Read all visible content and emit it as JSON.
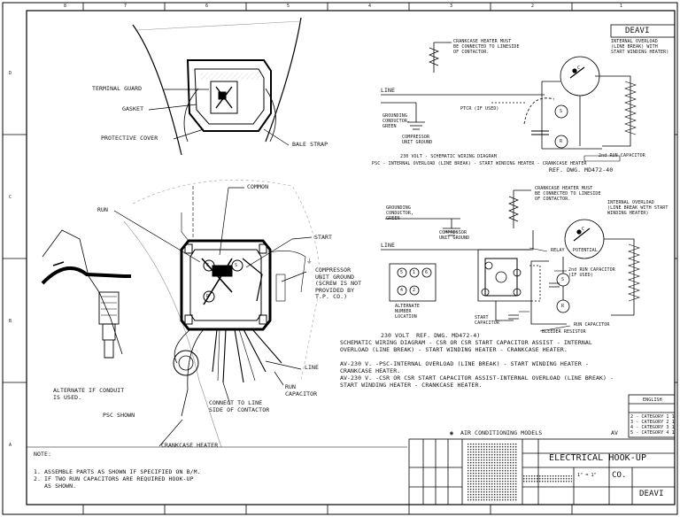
{
  "title_block": {
    "drawing_id_top": "DEAVI",
    "drawing_id_bottom": "DEAVI",
    "sheet_title": "ELECTRICAL HOOK-UP",
    "category": "AIR CONDITIONING MODELS",
    "category_code": "AV",
    "company_abbrev": "CO.",
    "scale": "1\" = 1\""
  },
  "legend": {
    "title": "ENGLISH",
    "rows": [
      "2 - CATEGORY 1 1",
      "3 - CATEGORY 2 1",
      "4 - CATEGORY 3 1",
      "5 - CATEGORY 4 1"
    ]
  },
  "border": {
    "columns": [
      "8",
      "7",
      "6",
      "5",
      "4",
      "3",
      "2",
      "1"
    ],
    "rows": [
      "D",
      "C",
      "B",
      "A"
    ]
  },
  "terminal_view": {
    "labels": {
      "terminal_guard": "TERMINAL GUARD",
      "gasket": "GASKET",
      "protective_cover": "PROTECTIVE COVER",
      "bale_strap": "BALE STRAP"
    }
  },
  "main_view": {
    "labels": {
      "common": "COMMON",
      "run": "RUN",
      "start": "START",
      "ground_symbol": "⏚",
      "compressor_ground_note": "COMPRESSOR\nUNIT GROUND\n(SCREW IS NOT\nPROVIDED BY\nT.P. CO.)",
      "line": "LINE",
      "run_capacitor": "RUN\nCAPACITOR",
      "connect_to_line": "CONNECT TO LINE\nSIDE OF CONTACTOR",
      "crankcase_heater": "CRANKCASE HEATER",
      "alternate_conduit": "ALTERNATE IF CONDUIT\nIS USED.",
      "psc_shown": "PSC SHOWN",
      "terminal_c": "C",
      "terminal_s": "S",
      "terminal_r": "R"
    }
  },
  "psc_schematic": {
    "labels": {
      "crankcase_note": "CRANKCASE HEATER MUST\nBE CONNECTED TO LINESIDE\nOF CONTACTOR.",
      "overload_note": "INTERNAL OVERLOAD\n(LINE BREAK) WITH\nSTART WINDING HEATER)",
      "line": "LINE",
      "ptcr": "PTCR (IF USED)",
      "grounding": "GROUNDING\nCONDUCTOR,\nGREEN",
      "unit_ground": "COMPRESSOR\nUNIT GROUND",
      "second_run_cap": "2nd RUN CAPACITOR",
      "terminal_c": "C",
      "terminal_s": "S",
      "terminal_r": "R"
    },
    "caption1": "230 VOLT - SCHEMATIC WIRING DIAGRAM",
    "caption2": "PSC - INTERNAL OVERLOAD (LINE BREAK) - START WINDING HEATER - CRANKCASE HEATER",
    "ref": "REF. DWG. MD472-40"
  },
  "csr_schematic": {
    "labels": {
      "crankcase_note": "CRANKCASE HEATER MUST\nBE CONNECTED TO LINESIDE\nOF CONTACTOR.",
      "overload_note": "INTERNAL OVERLOAD\n(LINE BREAK WITH START\nWINDING HEATER)",
      "grounding": "GROUNDING\nCONDUCTOR,\nGREEN",
      "unit_ground": "COMPRESSOR\nUNIT GROUND",
      "line": "LINE",
      "relay": "RELAY - POTENTIAL",
      "second_run_cap": "2nd RUN CAPACITOR\n(IF USED)",
      "alternate_number": "ALTERNATE\nNUMBER\nLOCATION",
      "start_cap": "START\nCAPACITOR",
      "run_cap": "RUN CAPACITOR",
      "bleeder": "BLEEDER RESISTOR",
      "terminal_c": "C",
      "terminal_s": "S",
      "terminal_r": "R",
      "relay_5": "5",
      "relay_1": "1",
      "relay_6": "6",
      "relay_4": "4",
      "relay_2": "2"
    },
    "caption_line1": "230 VOLT  REF. DWG. MD472-4)",
    "caption_line2": "SCHEMATIC WIRING DIAGRAM - CSR OR CSR START CAPACITOR ASSIST - INTERNAL",
    "caption_line3": "OVERLOAD (LINE BREAK) - START WINDING HEATER - CRANKCASE HEATER.",
    "model_line1": "AV-230 V. -PSC-INTERNAL OVERLOAD (LINE BREAK) - START WINDING HEATER -",
    "model_line2": "CRANKCASE HEATER.",
    "model_line3": "AV-230 V. -CSR OR CSR START CAPACITOR ASSIST-INTERNAL OVERLOAD (LINE BREAK) -",
    "model_line4": "START WINDING HEATER - CRANKCASE HEATER."
  },
  "notes": {
    "heading": "NOTE:",
    "items": [
      "1. ASSEMBLE PARTS AS SHOWN IF SPECIFIED ON B/M.",
      "2. IF TWO RUN CAPACITORS ARE REQUIRED HOOK-UP\n   AS SHOWN."
    ]
  }
}
